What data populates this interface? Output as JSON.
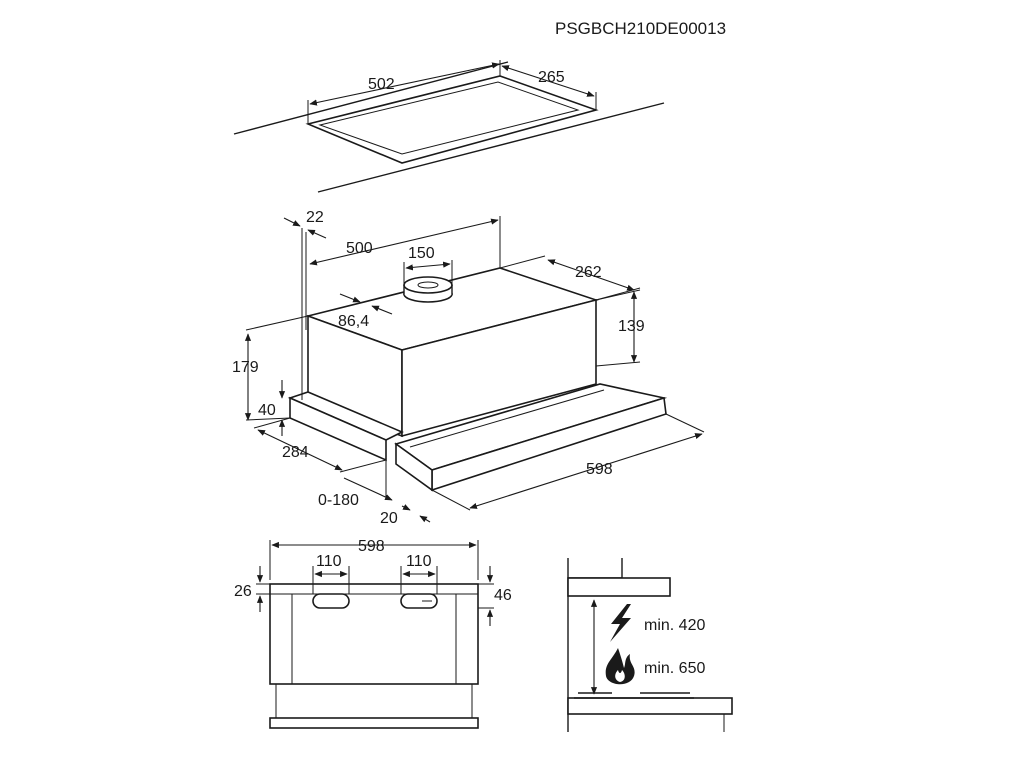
{
  "model_code": "PSGBCH210DE00013",
  "cutout": {
    "width": "502",
    "depth": "265"
  },
  "hood": {
    "d_22": "22",
    "d_500": "500",
    "d_150": "150",
    "d_262": "262",
    "d_86_4": "86,4",
    "d_139": "139",
    "d_179": "179",
    "d_40": "40",
    "d_284": "284",
    "d_598": "598",
    "d_0_180": "0-180",
    "d_20": "20"
  },
  "front": {
    "width": "598",
    "vent_left": "110",
    "vent_right": "110",
    "top_offset": "26",
    "vent_height": "46"
  },
  "clearance": {
    "electric": "min. 420",
    "gas": "min. 650"
  }
}
